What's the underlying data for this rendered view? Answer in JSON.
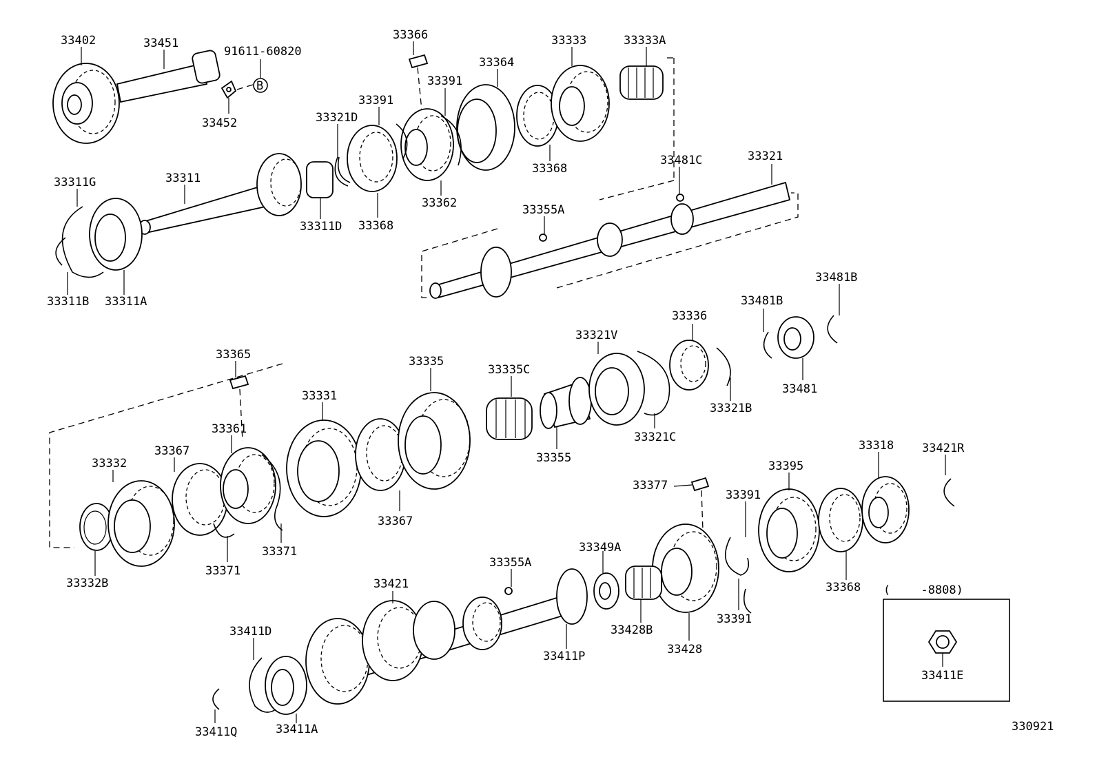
{
  "labels": {
    "p33402": "33402",
    "p33451": "33451",
    "p91611": "91611-60820",
    "p33452": "33452",
    "pB": "B",
    "p33366": "33366",
    "p33364": "33364",
    "p33333": "33333",
    "p33333A": "33333A",
    "p33391a": "33391",
    "p33391b": "33391",
    "p33321D": "33321D",
    "p33368a": "33368",
    "p33368b": "33368",
    "p33362": "33362",
    "p33311G": "33311G",
    "p33311": "33311",
    "p33311D": "33311D",
    "p33311B": "33311B",
    "p33311A": "33311A",
    "p33481C": "33481C",
    "p33321": "33321",
    "p33355A_top": "33355A",
    "p33481B_a": "33481B",
    "p33481B_b": "33481B",
    "p33481": "33481",
    "p33336": "33336",
    "p33321V": "33321V",
    "p33321B": "33321B",
    "p33321C": "33321C",
    "p33365": "33365",
    "p33335": "33335",
    "p33335C": "33335C",
    "p33355": "33355",
    "p33331": "33331",
    "p33361": "33361",
    "p33332": "33332",
    "p33367a": "33367",
    "p33367b": "33367",
    "p33371a": "33371",
    "p33371b": "33371",
    "p33332B": "33332B",
    "p33377": "33377",
    "p33391c": "33391",
    "p33391d": "33391",
    "p33395": "33395",
    "p33318": "33318",
    "p33421R": "33421R",
    "p33368c": "33368",
    "p33355A_bot": "33355A",
    "p33349A": "33349A",
    "p33421": "33421",
    "p33411D": "33411D",
    "p33411P": "33411P",
    "p33428B": "33428B",
    "p33428": "33428",
    "p33411Q": "33411Q",
    "p33411A": "33411A",
    "p8808": "(　　 -8808)",
    "p33411E": "33411E",
    "p330921": "330921"
  }
}
